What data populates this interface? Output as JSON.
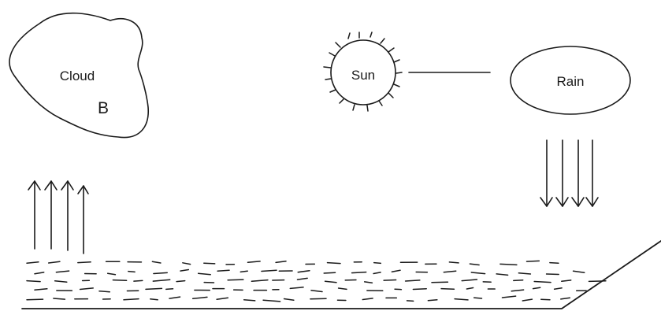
{
  "diagram": {
    "cloud_label": "Cloud",
    "cloud_marker": "B",
    "sun_label": "Sun",
    "rain_label": "Rain"
  },
  "colors": {
    "ink": "#1a1a1a",
    "background": "#ffffff"
  }
}
